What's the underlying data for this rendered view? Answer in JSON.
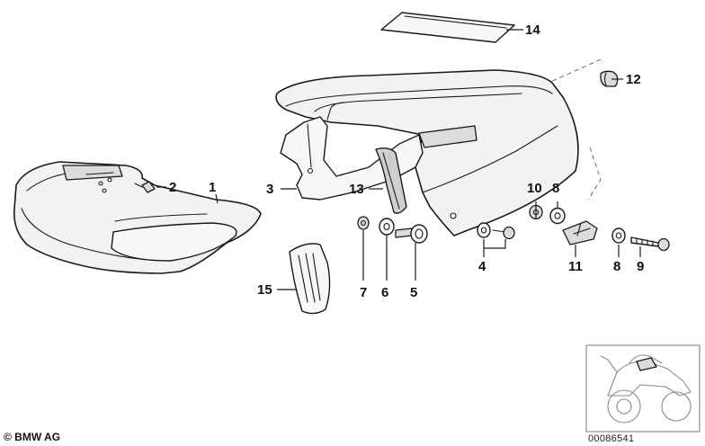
{
  "callouts": [
    "1",
    "2",
    "3",
    "4",
    "5",
    "6",
    "7",
    "8",
    "8",
    "9",
    "10",
    "11",
    "12",
    "13",
    "14",
    "15"
  ],
  "footer": {
    "copyright": "© BMW AG",
    "diagram_code": "00086541"
  }
}
